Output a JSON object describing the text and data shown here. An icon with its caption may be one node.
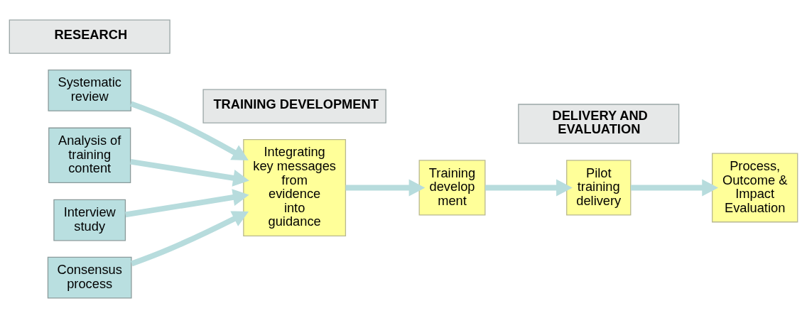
{
  "diagram": {
    "nodes": [
      {
        "text": [
          "RESEARCH"
        ]
      },
      {
        "text": [
          "TRAINING DEVELOPMENT"
        ]
      },
      {
        "text": [
          "DELIVERY AND EVALUATION"
        ]
      },
      {
        "text": [
          "Systematic review"
        ]
      },
      {
        "text": [
          "Analysis of training content"
        ]
      },
      {
        "text": [
          "Interview study"
        ]
      },
      {
        "text": [
          "Consensus process"
        ]
      },
      {
        "text": [
          "Integrating key messages from evidence into guidance"
        ]
      },
      {
        "text": [
          "Training develop ment"
        ]
      },
      {
        "text": [
          "Pilot training delivery"
        ]
      },
      {
        "text": [
          "Process, Outcome & Impact Evaluation"
        ]
      }
    ],
    "edges": [
      {
        "from": 3,
        "to": 7,
        "arrow": "to"
      },
      {
        "from": 4,
        "to": 7,
        "arrow": "to"
      },
      {
        "from": 5,
        "to": 7,
        "arrow": "to"
      },
      {
        "from": 6,
        "to": 7,
        "arrow": "to"
      },
      {
        "from": 7,
        "to": 8,
        "arrow": "to"
      },
      {
        "from": 8,
        "to": 9,
        "arrow": "to"
      },
      {
        "from": 9,
        "to": 10,
        "arrow": "to"
      }
    ]
  }
}
